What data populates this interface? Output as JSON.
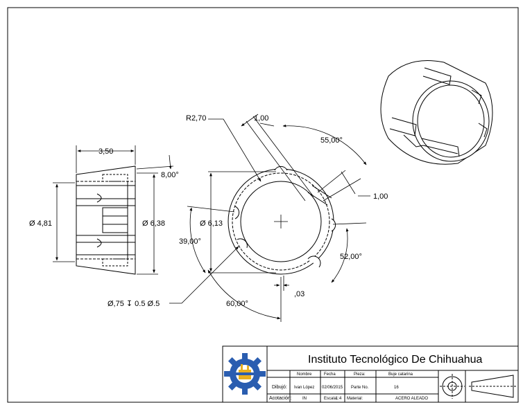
{
  "drawing": {
    "side_view": {
      "length_dim": "3,50",
      "taper_angle_dim": "8,00°",
      "small_diameter_dim": "Ø 4,81",
      "large_diameter_dim": "Ø 6,38"
    },
    "front_view": {
      "radius_dim": "R2,70",
      "slot_depth_dim": "1,00",
      "slot_width_dim": "1,00",
      "angle_top_dim": "55,00°",
      "angle_left_dim": "39,00°",
      "angle_right_dim": "52,00°",
      "angle_bottom_dim": "60,00°",
      "bore_diameter_dim": "Ø 6,13",
      "offset_dim": ",03",
      "hole_note": "Ø,75 ↧ 0.5 Ø.5"
    }
  },
  "title_block": {
    "institution": "Instituto Tecnológico De Chihuahua",
    "headers": {
      "nombre": "Nombre",
      "fecha": "Fecha",
      "pieza": "Pieza:"
    },
    "piece_name": "Buje catarina",
    "rows": {
      "dibujo_label": "Dibujó:",
      "dibujo_name": "Ivan López",
      "dibujo_date": "02/06/2015",
      "part_no_label": "Parte No.",
      "part_no": "16",
      "acotacion_label": "Acotación:",
      "acotacion_value": "IN",
      "escala_label": "Escala:",
      "escala_value": "1:4",
      "material_label": "Material:",
      "material_value": "ACERO ALEADO"
    },
    "logo_icon": "gear-factory-logo-icon",
    "projection_icon": "first-angle-projection-icon"
  }
}
